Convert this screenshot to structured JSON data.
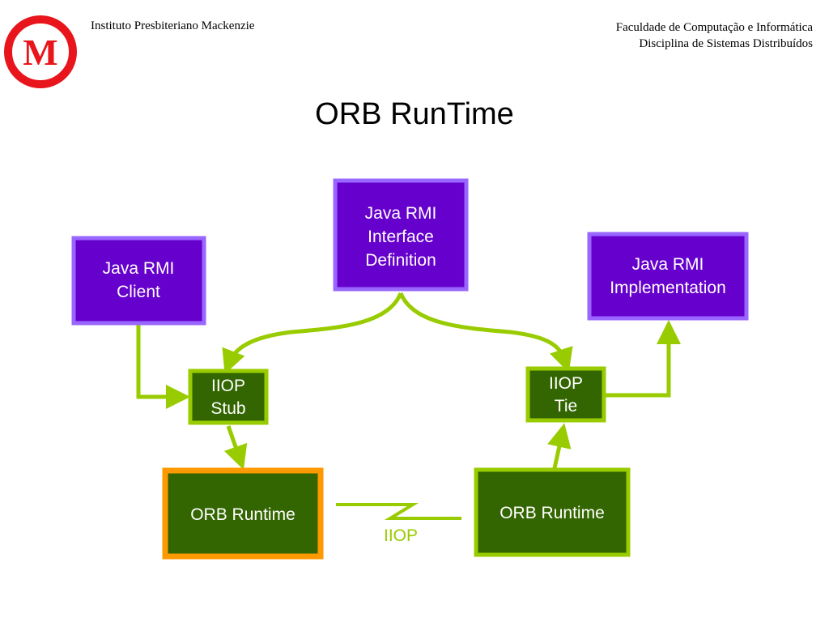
{
  "header": {
    "institution": "Instituto Presbiteriano Mackenzie",
    "faculty": "Faculdade de Computação e Informática",
    "course": "Disciplina de Sistemas Distribuídos"
  },
  "logo": {
    "letter": "M"
  },
  "title": "ORB RunTime",
  "diagram": {
    "interface_box": [
      "Java RMI",
      "Interface",
      "Definition"
    ],
    "client_box": [
      "Java RMI",
      "Client"
    ],
    "implementation_box": [
      "Java RMI",
      "Implementation"
    ],
    "stub_box": [
      "IIOP",
      "Stub"
    ],
    "tie_box": [
      "IIOP",
      "Tie"
    ],
    "orb_left": "ORB Runtime",
    "orb_right": "ORB Runtime",
    "link_label": "IIOP",
    "colors": {
      "purple_fill": "#6600cc",
      "purple_border": "#9966ff",
      "green_fill": "#336600",
      "green_border": "#99cc00",
      "orange_border": "#ff9900",
      "arrow": "#99cc00",
      "logo_red": "#e8161c"
    }
  }
}
